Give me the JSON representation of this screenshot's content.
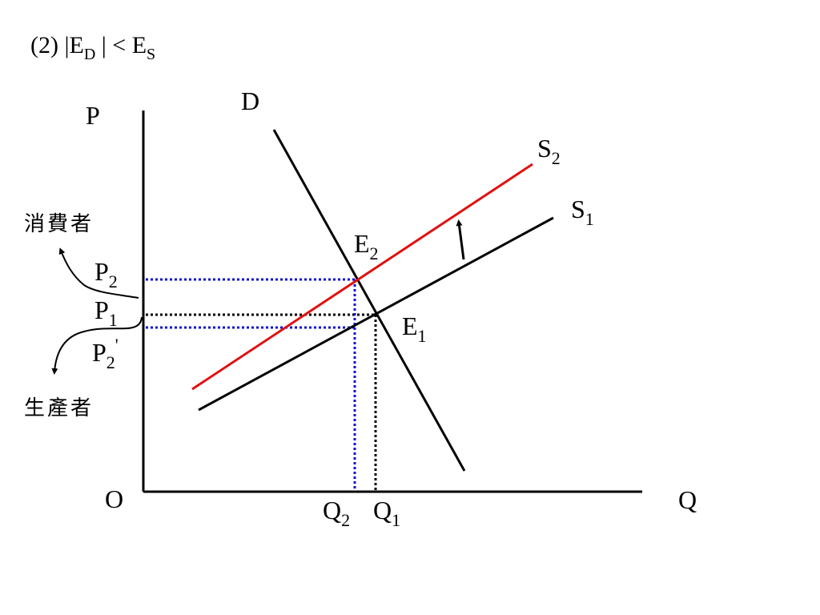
{
  "title": {
    "prefix": "(2) |E",
    "sub_d": "D",
    "middle": " | < E",
    "sub_s": "S"
  },
  "axes": {
    "y_label": "P",
    "x_label": "Q",
    "origin": "O"
  },
  "curves": {
    "demand": "D",
    "supply1": {
      "base": "S",
      "sub": "1"
    },
    "supply2": {
      "base": "S",
      "sub": "2"
    }
  },
  "points": {
    "e1": {
      "base": "E",
      "sub": "1"
    },
    "e2": {
      "base": "E",
      "sub": "2"
    }
  },
  "price_labels": {
    "p2": {
      "base": "P",
      "sub": "2"
    },
    "p1": {
      "base": "P",
      "sub": "1"
    },
    "p2_prime": {
      "base": "P",
      "sub": "2",
      "prime": "'"
    }
  },
  "quantity_labels": {
    "q2": {
      "base": "Q",
      "sub": "2"
    },
    "q1": {
      "base": "Q",
      "sub": "1"
    }
  },
  "side_labels": {
    "consumer": "消費者",
    "producer": "生產者"
  },
  "colors": {
    "supply2": "#e01010",
    "guide_blue": "#1010d0",
    "guide_black": "#000000",
    "line": "#000000"
  }
}
